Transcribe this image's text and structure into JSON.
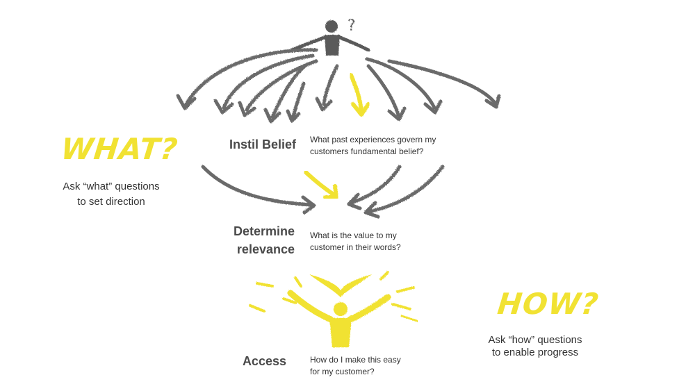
{
  "what": {
    "heading": "WHAT?",
    "caption_line1": "Ask “what” questions",
    "caption_line2": "to set direction"
  },
  "how": {
    "heading": "HOW?",
    "caption_line1": "Ask “how” questions",
    "caption_line2": "to enable progress"
  },
  "steps": [
    {
      "label_line1": "Instil Belief",
      "label_line2": "",
      "question_line1": "What past experiences govern my",
      "question_line2": "customers fundamental belief?"
    },
    {
      "label_line1": "Determine",
      "label_line2": "relevance",
      "question_line1": "What is the value to my",
      "question_line2": "customer in their words?"
    },
    {
      "label_line1": "Access",
      "label_line2": "",
      "question_line1": "How do I make this easy",
      "question_line2": "for my customer?"
    }
  ],
  "figure_top": {
    "mark": "?"
  },
  "colors": {
    "accent": "#f1e233",
    "sketch": "#6b6b6b",
    "text": "#333333",
    "step_label": "#4a4a4a"
  }
}
